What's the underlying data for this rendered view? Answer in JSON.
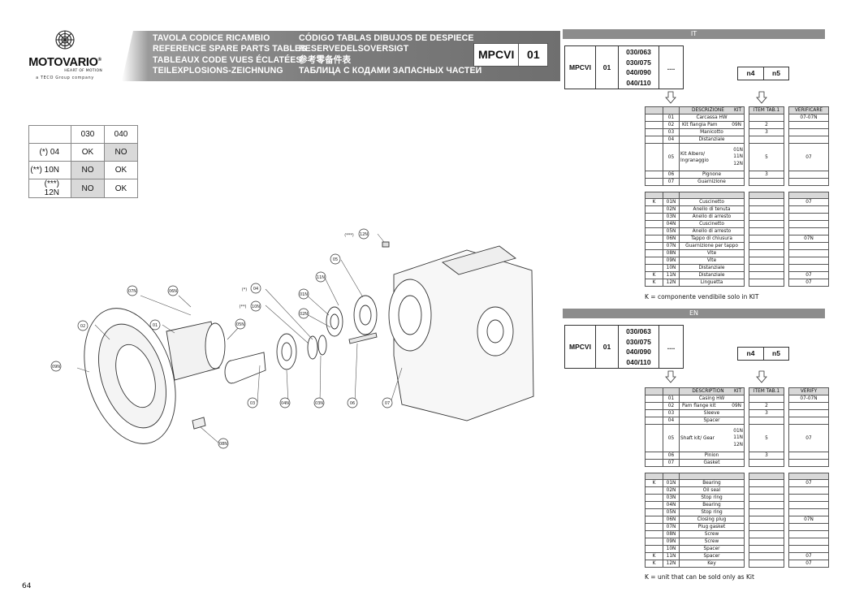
{
  "header": {
    "brand": "MOTOVARIO",
    "registered": "®",
    "tagline": "HEART OF MOTION",
    "group": "a TECO Group company",
    "titles_col1": [
      "TAVOLA CODICE RICAMBIO",
      "REFERENCE SPARE PARTS TABLES",
      "TABLEAUX CODE VUES ÉCLATÉES",
      "TEILEXPLOSIONS-ZEICHNUNG"
    ],
    "titles_col2": [
      "CÓDIGO TABLAS DIBUJOS DE DESPIECE",
      "RESERVEDELSOVERSIGT",
      "参考零备件表",
      "ТАБЛИЦА С КОДАМИ ЗАПАСНЫХ ЧАСТЕЙ"
    ],
    "model": "MPCVI",
    "model_code": "01"
  },
  "compat_table": {
    "columns": [
      "030",
      "040"
    ],
    "rows": [
      {
        "label": "(*) 04",
        "values": [
          "OK",
          "NO"
        ]
      },
      {
        "label": "(**) 10N",
        "values": [
          "NO",
          "OK"
        ]
      },
      {
        "label": "(***) 12N",
        "values": [
          "NO",
          "OK"
        ]
      }
    ]
  },
  "drawing": {
    "callouts": [
      "07N",
      "06N",
      "02",
      "01",
      "05N",
      "09N",
      "(*)",
      "04",
      "(**)",
      "10N",
      "01N",
      "02N",
      "11N",
      "05",
      "(***)",
      "12N",
      "03",
      "04N",
      "03N",
      "06",
      "07",
      "08N"
    ]
  },
  "sections": [
    {
      "lang": "IT",
      "code": {
        "model": "MPCVI",
        "num": "01",
        "sizes": [
          "030/063",
          "030/075",
          "040/090",
          "040/110"
        ],
        "ellipsis": "....",
        "n4": "n4",
        "n5": "n5"
      },
      "headers": {
        "desc": "DESCRIZIONE",
        "kit": "KIT",
        "item": "ITEM TAB.1",
        "verify": "VERIFICARE"
      },
      "main_rows": [
        {
          "code": "01",
          "desc": "Carcassa HW",
          "item": "",
          "verify": "07-07N"
        },
        {
          "code": "02",
          "desc": "Kit flangia Pam",
          "kit": "09N",
          "item": "2",
          "verify": ""
        },
        {
          "code": "03",
          "desc": "Manicotto",
          "item": "3",
          "verify": ""
        },
        {
          "code": "04",
          "desc": "Distanziale",
          "item": "",
          "verify": ""
        },
        {
          "code": "05",
          "desc": "Kit Albero/ Ingranaggio",
          "kits": [
            "01N",
            "11N",
            "12N"
          ],
          "item": "5",
          "verify": "07"
        },
        {
          "code": "06",
          "desc": "Pignone",
          "item": "3",
          "verify": ""
        },
        {
          "code": "07",
          "desc": "Guarnizione",
          "item": "",
          "verify": ""
        }
      ],
      "spare_rows": [
        {
          "k": "K",
          "code": "01N",
          "desc": "Cuscinetto",
          "verify": "07"
        },
        {
          "k": "",
          "code": "02N",
          "desc": "Anello di tenuta",
          "verify": ""
        },
        {
          "k": "",
          "code": "03N",
          "desc": "Anello di arresto",
          "verify": ""
        },
        {
          "k": "",
          "code": "04N",
          "desc": "Cuscinetto",
          "verify": ""
        },
        {
          "k": "",
          "code": "05N",
          "desc": "Anello di arresto",
          "verify": ""
        },
        {
          "k": "",
          "code": "06N",
          "desc": "Tappo di chiusura",
          "verify": "07N"
        },
        {
          "k": "",
          "code": "07N",
          "desc": "Guarnizione per tappo",
          "verify": ""
        },
        {
          "k": "",
          "code": "08N",
          "desc": "Vite",
          "verify": ""
        },
        {
          "k": "",
          "code": "09N",
          "desc": "Vite",
          "verify": ""
        },
        {
          "k": "",
          "code": "10N",
          "desc": "Distanziale",
          "verify": ""
        },
        {
          "k": "K",
          "code": "11N",
          "desc": "Distanziale",
          "verify": "07"
        },
        {
          "k": "K",
          "code": "12N",
          "desc": "Linguetta",
          "verify": "07"
        }
      ],
      "note": "K = componente vendibile solo in KIT"
    },
    {
      "lang": "EN",
      "code": {
        "model": "MPCVI",
        "num": "01",
        "sizes": [
          "030/063",
          "030/075",
          "040/090",
          "040/110"
        ],
        "ellipsis": "....",
        "n4": "n4",
        "n5": "n5"
      },
      "headers": {
        "desc": "DESCRIPTION",
        "kit": "KIT",
        "item": "ITEM TAB.1",
        "verify": "VERIFY"
      },
      "main_rows": [
        {
          "code": "01",
          "desc": "Casing HW",
          "item": "",
          "verify": "07-07N"
        },
        {
          "code": "02",
          "desc": "Pam flange kit",
          "kit": "09N",
          "item": "2",
          "verify": ""
        },
        {
          "code": "03",
          "desc": "Sleeve",
          "item": "3",
          "verify": ""
        },
        {
          "code": "04",
          "desc": "Spacer",
          "item": "",
          "verify": ""
        },
        {
          "code": "05",
          "desc": "Shaft kit/ Gear",
          "kits": [
            "01N",
            "11N",
            "12N"
          ],
          "item": "5",
          "verify": "07"
        },
        {
          "code": "06",
          "desc": "Pinion",
          "item": "3",
          "verify": ""
        },
        {
          "code": "07",
          "desc": "Gasket",
          "item": "",
          "verify": ""
        }
      ],
      "spare_rows": [
        {
          "k": "K",
          "code": "01N",
          "desc": "Bearing",
          "verify": "07"
        },
        {
          "k": "",
          "code": "02N",
          "desc": "Oil seal",
          "verify": ""
        },
        {
          "k": "",
          "code": "03N",
          "desc": "Stop ring",
          "verify": ""
        },
        {
          "k": "",
          "code": "04N",
          "desc": "Bearing",
          "verify": ""
        },
        {
          "k": "",
          "code": "05N",
          "desc": "Stop ring",
          "verify": ""
        },
        {
          "k": "",
          "code": "06N",
          "desc": "Closing plug",
          "verify": "07N"
        },
        {
          "k": "",
          "code": "07N",
          "desc": "Plug gasket",
          "verify": ""
        },
        {
          "k": "",
          "code": "08N",
          "desc": "Screw",
          "verify": ""
        },
        {
          "k": "",
          "code": "09N",
          "desc": "Screw",
          "verify": ""
        },
        {
          "k": "",
          "code": "10N",
          "desc": "Spacer",
          "verify": ""
        },
        {
          "k": "K",
          "code": "11N",
          "desc": "Spacer",
          "verify": "07"
        },
        {
          "k": "K",
          "code": "12N",
          "desc": "Key",
          "verify": "07"
        }
      ],
      "note": "K = unit that can be sold only as Kit"
    }
  ],
  "page_number": "64"
}
